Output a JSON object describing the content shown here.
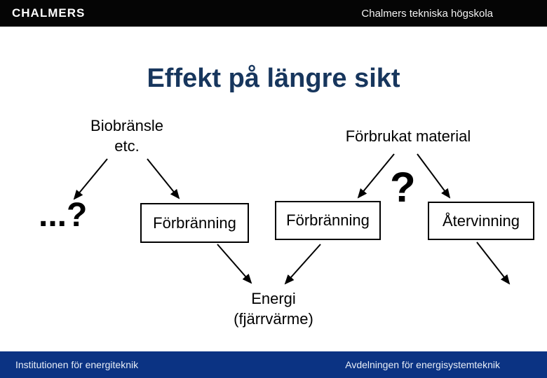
{
  "header": {
    "logo": "CHALMERS",
    "institution": "Chalmers tekniska högskola"
  },
  "slide": {
    "title": "Effekt på längre sikt",
    "left_source": {
      "line1": "Biobränsle",
      "line2": "etc."
    },
    "right_source": "Förbrukat material",
    "unknown_left": "...?",
    "unknown_right": "?",
    "boxes": [
      {
        "label": "Förbränning"
      },
      {
        "label": "Förbränning"
      },
      {
        "label": "Återvinning"
      }
    ],
    "result": {
      "line1": "Energi",
      "line2": "(fjärrvärme)"
    }
  },
  "footer": {
    "left": "Institutionen för energiteknik",
    "right": "Avdelningen för energisystemteknik"
  },
  "colors": {
    "header_bg": "#050505",
    "title_text": "#17365D",
    "footer_bg": "#0B3383",
    "diagram_ink": "#000000"
  }
}
